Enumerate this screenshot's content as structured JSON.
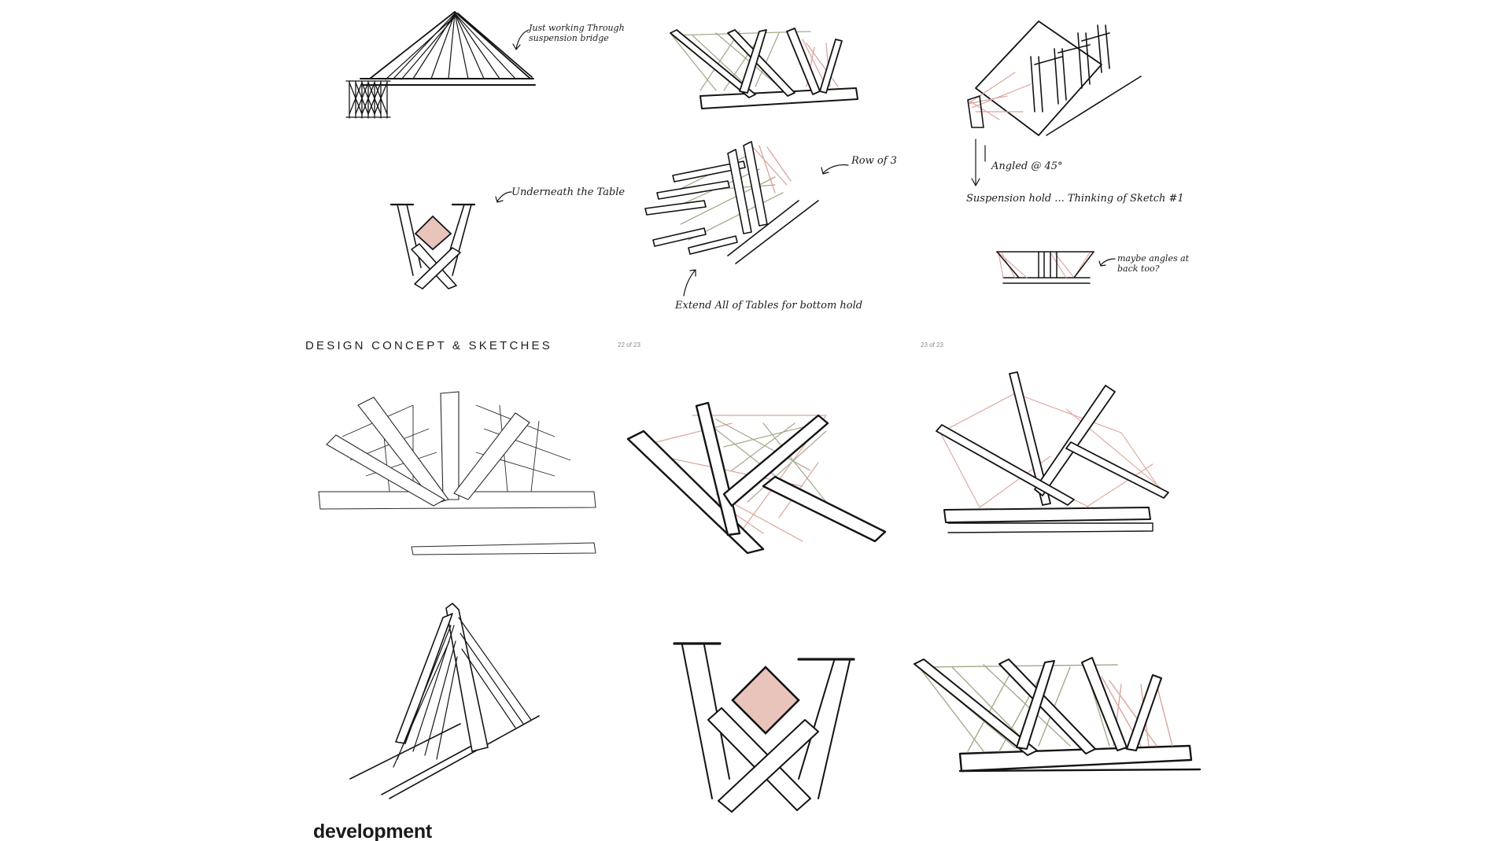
{
  "header": {
    "section_title": "DESIGN CONCEPT & SKETCHES",
    "page_left": "22 of 23",
    "page_right": "23 of 23"
  },
  "annotations": {
    "suspension_bridge": "Just working Through\nsuspension bridge",
    "underneath_table": "Underneath the Table",
    "row_of_3": "Row of 3",
    "extend_all": "Extend All of Tables for bottom hold",
    "angled": "Angled @ 45°",
    "suspension_hold": "Suspension hold ... Thinking of Sketch #1",
    "maybe_angles": "maybe angles at\nback too?"
  },
  "footer": {
    "development_label": "development"
  },
  "colors": {
    "ink": "#141414",
    "olive_string": "#a7a98c",
    "pink_string": "#dca59a",
    "diamond_fill": "#e8c4bb",
    "page_background": "#ffffff"
  }
}
